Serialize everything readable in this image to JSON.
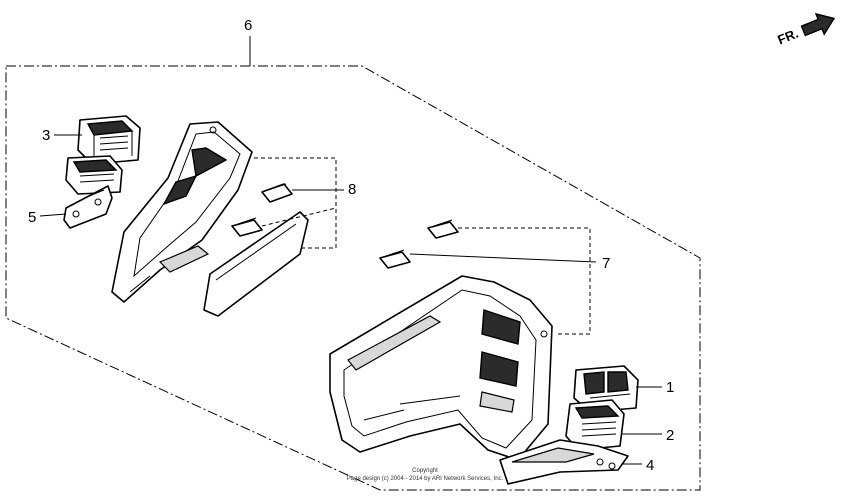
{
  "direction_label": "FR.",
  "callouts": {
    "c1": "1",
    "c2": "2",
    "c3": "3",
    "c4": "4",
    "c5": "5",
    "c6": "6",
    "c7": "7",
    "c8": "8"
  },
  "copyright": {
    "line1": "Copyright",
    "line2": "Page design (c) 2004 - 2014 by ARI Network Services, Inc."
  }
}
